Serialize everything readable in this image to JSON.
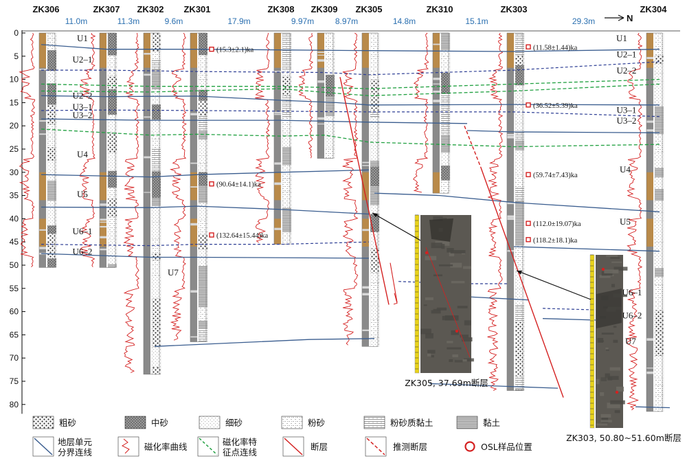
{
  "chart_data": {
    "type": "borehole-correlation-section",
    "north_label": "N",
    "y_axis": {
      "ticks": [
        0,
        5,
        10,
        15,
        20,
        25,
        30,
        35,
        40,
        45,
        50,
        55,
        60,
        65,
        70,
        75,
        80
      ],
      "range": [
        0,
        82
      ]
    },
    "boreholes": [
      {
        "name": "ZK306",
        "depth": 50.5,
        "distance_to_next": "11.0m"
      },
      {
        "name": "ZK307",
        "depth": 50.5,
        "distance_to_next": "11.3m"
      },
      {
        "name": "ZK302",
        "depth": 73.5,
        "distance_to_next": "9.6m"
      },
      {
        "name": "ZK301",
        "depth": 66.5,
        "distance_to_next": "17.9m"
      },
      {
        "name": "ZK308",
        "depth": 45.5,
        "distance_to_next": "9.97m"
      },
      {
        "name": "ZK309",
        "depth": 27.0,
        "distance_to_next": "8.97m"
      },
      {
        "name": "ZK305",
        "depth": 67.5,
        "distance_to_next": "14.8m"
      },
      {
        "name": "ZK310",
        "depth": 34.5,
        "distance_to_next": "15.1m"
      },
      {
        "name": "ZK303",
        "depth": 77.0,
        "distance_to_next": "29.3m"
      },
      {
        "name": "ZK304",
        "depth": 81.5,
        "distance_to_next": ""
      }
    ],
    "units_left": [
      "U1",
      "U2–1",
      "U2–2",
      "U3–1",
      "U3–2",
      "U4",
      "U5",
      "U6–1",
      "U6–2",
      "U7"
    ],
    "units_right": [
      "U1",
      "U2–1",
      "U2–2",
      "U3–1",
      "U3–2",
      "U4",
      "U5",
      "U6–1",
      "U6–2",
      "U7"
    ],
    "osl_ages": [
      {
        "borehole": "ZK301",
        "depth": 3.5,
        "label": "(15.3±2.1)ka"
      },
      {
        "borehole": "ZK301",
        "depth": 32.5,
        "label": "(90.64±14.1)ka"
      },
      {
        "borehole": "ZK301",
        "depth": 43.5,
        "label": "(132.64±15.44)ka"
      },
      {
        "borehole": "ZK303",
        "depth": 3.0,
        "label": "(11.58±1.44)ka"
      },
      {
        "borehole": "ZK303",
        "depth": 15.5,
        "label": "(36.52±5.39)ka"
      },
      {
        "borehole": "ZK303",
        "depth": 30.5,
        "label": "(59.74±7.43)ka"
      },
      {
        "borehole": "ZK303",
        "depth": 41.0,
        "label": "(112.0±19.07)ka"
      },
      {
        "borehole": "ZK303",
        "depth": 44.5,
        "label": "(118.2±18.1)ka"
      }
    ],
    "fault_photos": [
      {
        "borehole": "ZK305",
        "caption": "ZK305, 37.69m断层"
      },
      {
        "borehole": "ZK303",
        "caption": "ZK303, 50.80~51.60m断层"
      }
    ],
    "legend": [
      {
        "key": "coarse-sand",
        "label": "粗砂"
      },
      {
        "key": "medium-sand",
        "label": "中砂"
      },
      {
        "key": "fine-sand",
        "label": "细砂"
      },
      {
        "key": "silt",
        "label": "粉砂"
      },
      {
        "key": "silty-clay",
        "label": "粉砂质黏土"
      },
      {
        "key": "clay",
        "label": "黏土"
      },
      {
        "key": "unit-boundary",
        "label": "地层单元\n分界连线"
      },
      {
        "key": "susceptibility-curve",
        "label": "磁化率曲线"
      },
      {
        "key": "susceptibility-marker",
        "label": "磁化率特\n征点连线"
      },
      {
        "key": "fault",
        "label": "断层"
      },
      {
        "key": "inferred-fault",
        "label": "推测断层"
      },
      {
        "key": "osl-sample",
        "label": "OSL样品位置"
      }
    ],
    "colors": {
      "boundary": "#3a5d8f",
      "boundary_dashed": "#2e3f95",
      "marker_green": "#20a040",
      "susceptibility": "#d42020",
      "fault": "#d42020",
      "core_brown": "#b98a4a",
      "core_gray": "#8a8a8a",
      "distance_text": "#2a6fb0"
    }
  }
}
